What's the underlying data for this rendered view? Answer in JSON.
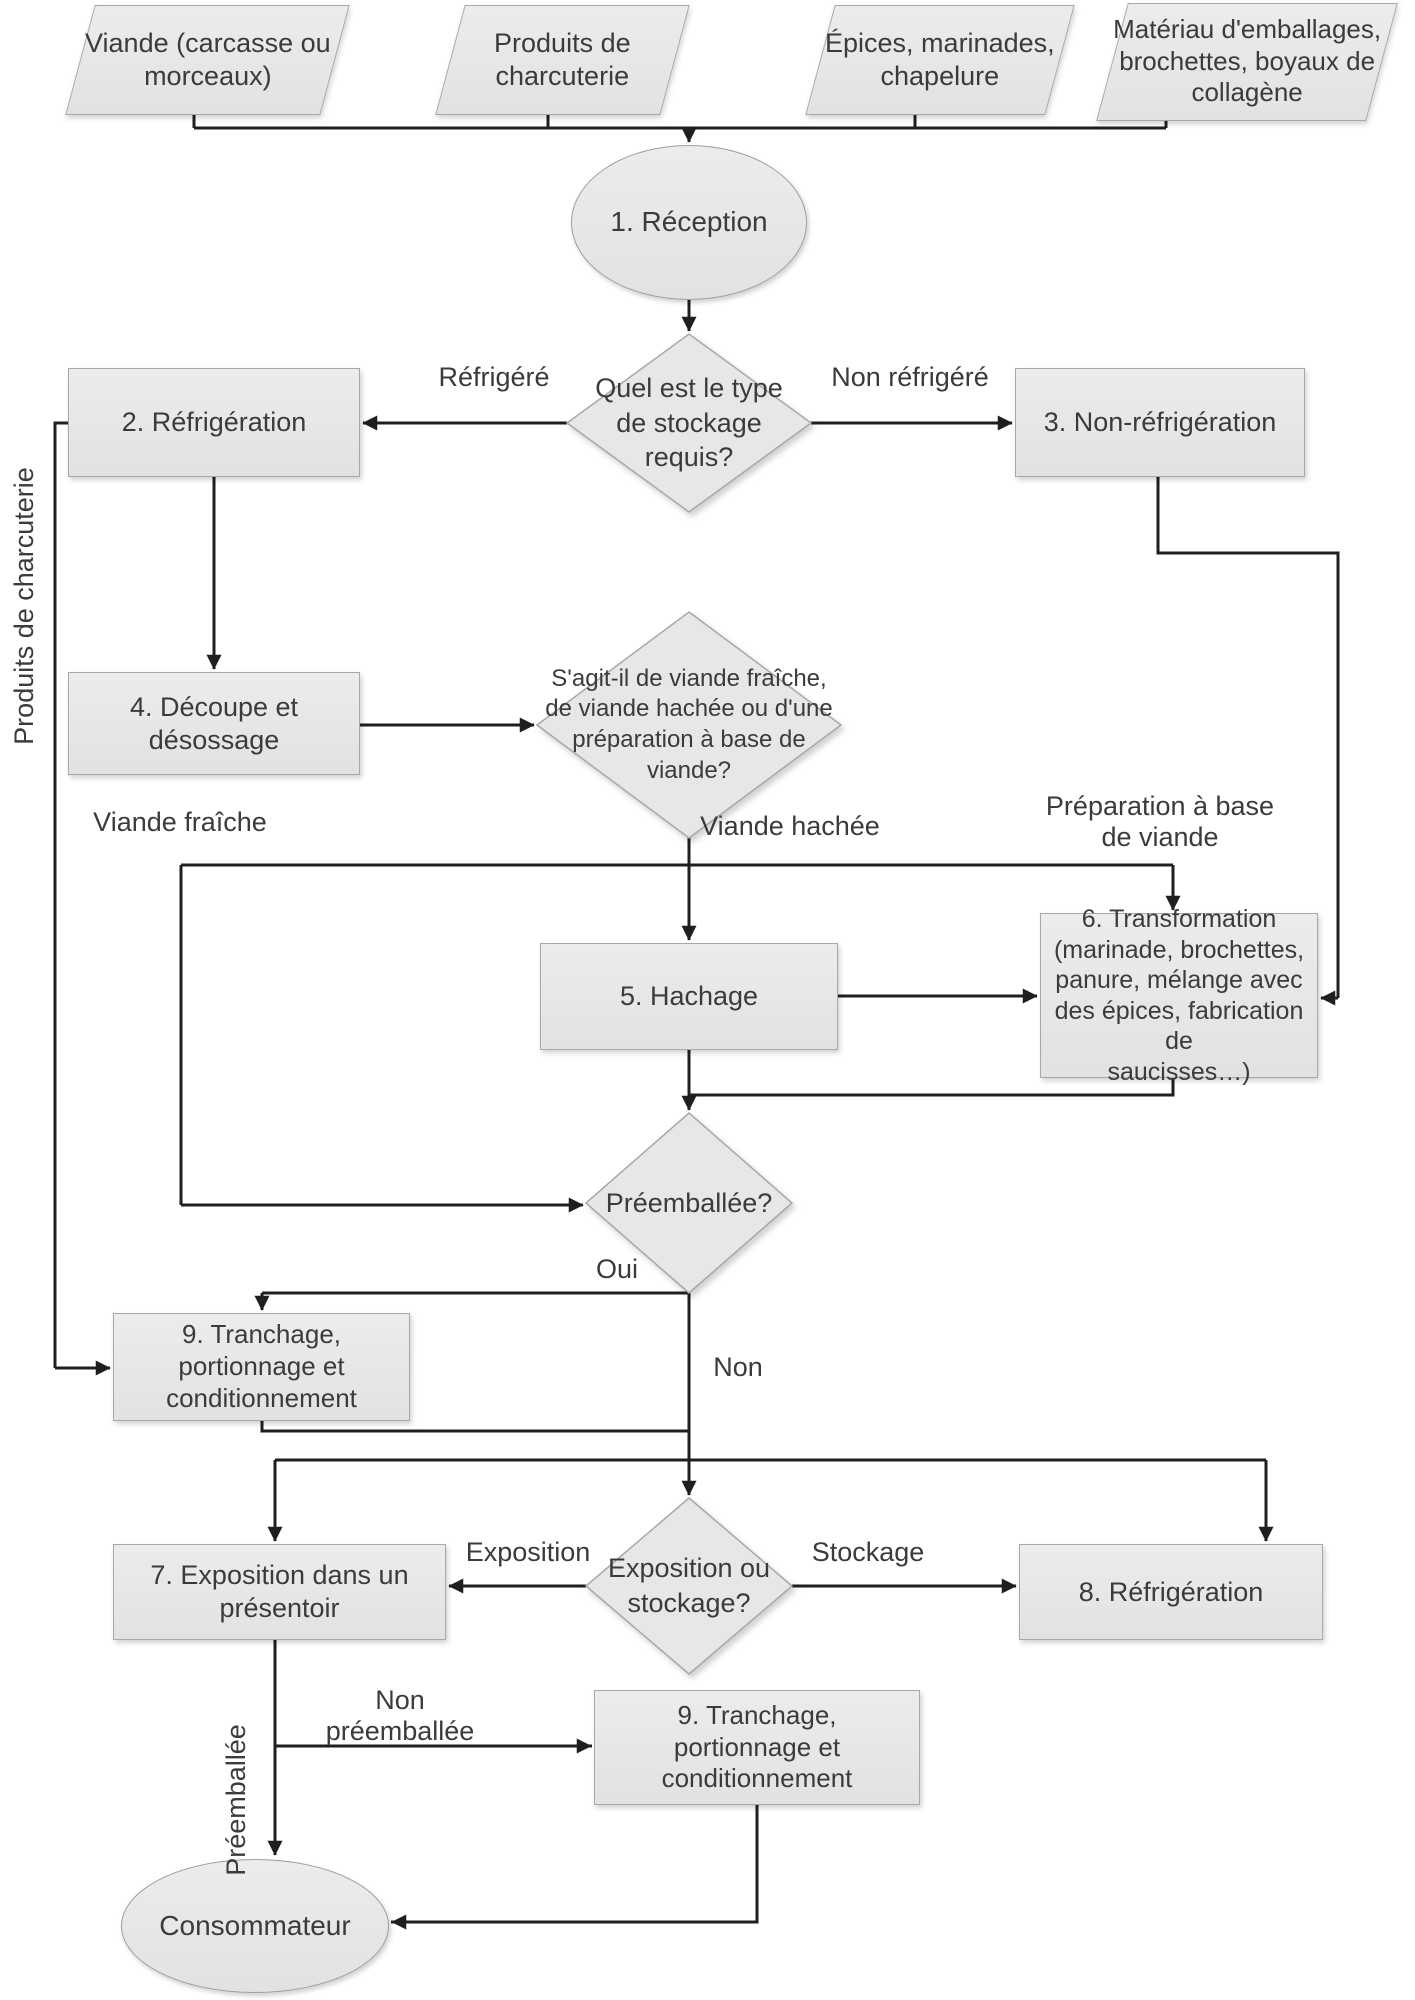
{
  "flowchart": {
    "title_hidden": "",
    "inputs": [
      {
        "label": "Viande (carcasse ou\nmorceaux)"
      },
      {
        "label": "Produits de\ncharcuterie"
      },
      {
        "label": "Épices, marinades,\nchapelure"
      },
      {
        "label": "Matériau d'emballages,\nbrochettes, boyaux de\ncollagène"
      }
    ],
    "nodes": {
      "reception": "1. Réception",
      "decision_stockage": "Quel est le type\nde stockage\nrequis?",
      "refrigeration2": "2. Réfrigération",
      "non_refrigeration3": "3. Non-réfrigération",
      "decoupe4": "4. Découpe et\ndésossage",
      "decision_viande": "S'agit-il de viande fraîche,\nde viande hachée ou d'une\npréparation à base de\nviande?",
      "hachage5": "5. Hachage",
      "transformation6": "6. Transformation\n(marinade, brochettes,\npanure, mélange avec\ndes épices, fabrication de\nsaucisses…)",
      "decision_preemballee": "Préemballée?",
      "tranchage9a": "9. Tranchage,\nportionnage et\nconditionnement",
      "exposition7": "7. Exposition dans un\nprésentoir",
      "decision_exposition": "Exposition ou\nstockage?",
      "refrigeration8": "8. Réfrigération",
      "tranchage9b": "9. Tranchage,\nportionnage et\nconditionnement",
      "consommateur": "Consommateur"
    },
    "edge_labels": {
      "refrigere": "Réfrigéré",
      "non_refrigere": "Non réfrigéré",
      "produits_charcuterie": "Produits de charcuterie",
      "viande_fraiche": "Viande fraîche",
      "viande_hachee": "Viande hachée",
      "preparation": "Préparation à base\nde viande",
      "oui": "Oui",
      "non": "Non",
      "exposition": "Exposition",
      "stockage": "Stockage",
      "preemballee": "Préemballée",
      "non_preemballee": "Non\npréemballée"
    },
    "colors": {
      "node_fill": "#e7e7e7",
      "node_border": "#a8a8a8",
      "line": "#1f1f1f",
      "text": "#3b3b3b"
    }
  }
}
